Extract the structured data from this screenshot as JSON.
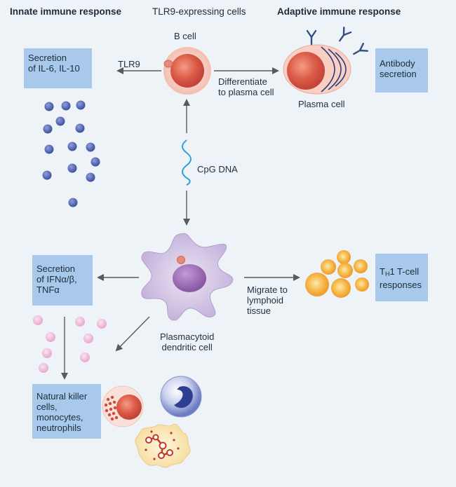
{
  "headers": {
    "innate": "Innate immune response",
    "tlr9_cells": "TLR9-expressing cells",
    "adaptive": "Adaptive immune response"
  },
  "cells": {
    "b_cell": "B cell",
    "plasma_cell": "Plasma cell",
    "pdc_line1": "Plasmacytoid",
    "pdc_line2": "dendritic cell"
  },
  "boxes": {
    "il_line1": "Secretion",
    "il_line2": "of IL-6, IL-10",
    "ab_line1": "Antibody",
    "ab_line2": "secretion",
    "ifn_line1": "Secretion",
    "ifn_line2": "of IFNα/β,",
    "ifn_line3": "TNFα",
    "th1_t": "T",
    "th1_sub": "H",
    "th1_rest": "1 T-cell",
    "th1_line2": "responses",
    "nk_line1": "Natural killer",
    "nk_line2": "cells,",
    "nk_line3": "monocytes,",
    "nk_line4": "neutrophils"
  },
  "arrows": {
    "tlr9": "TLR9",
    "diff_line1": "Differentiate",
    "diff_line2": "to plasma cell",
    "cpg": "CpG DNA",
    "mig_line1": "Migrate to",
    "mig_line2": "lymphoid",
    "mig_line3": "tissue"
  },
  "colors": {
    "background": "#eef3f8",
    "box_fill": "#a8c9ec",
    "arrow": "#555b61",
    "cytokine_blue": "#5566b0",
    "cytokine_pink": "#efbfdc",
    "cell_red": "#d9584a",
    "dendritic": "#c8b7dc",
    "t_cell_orange": "#f2a531"
  }
}
